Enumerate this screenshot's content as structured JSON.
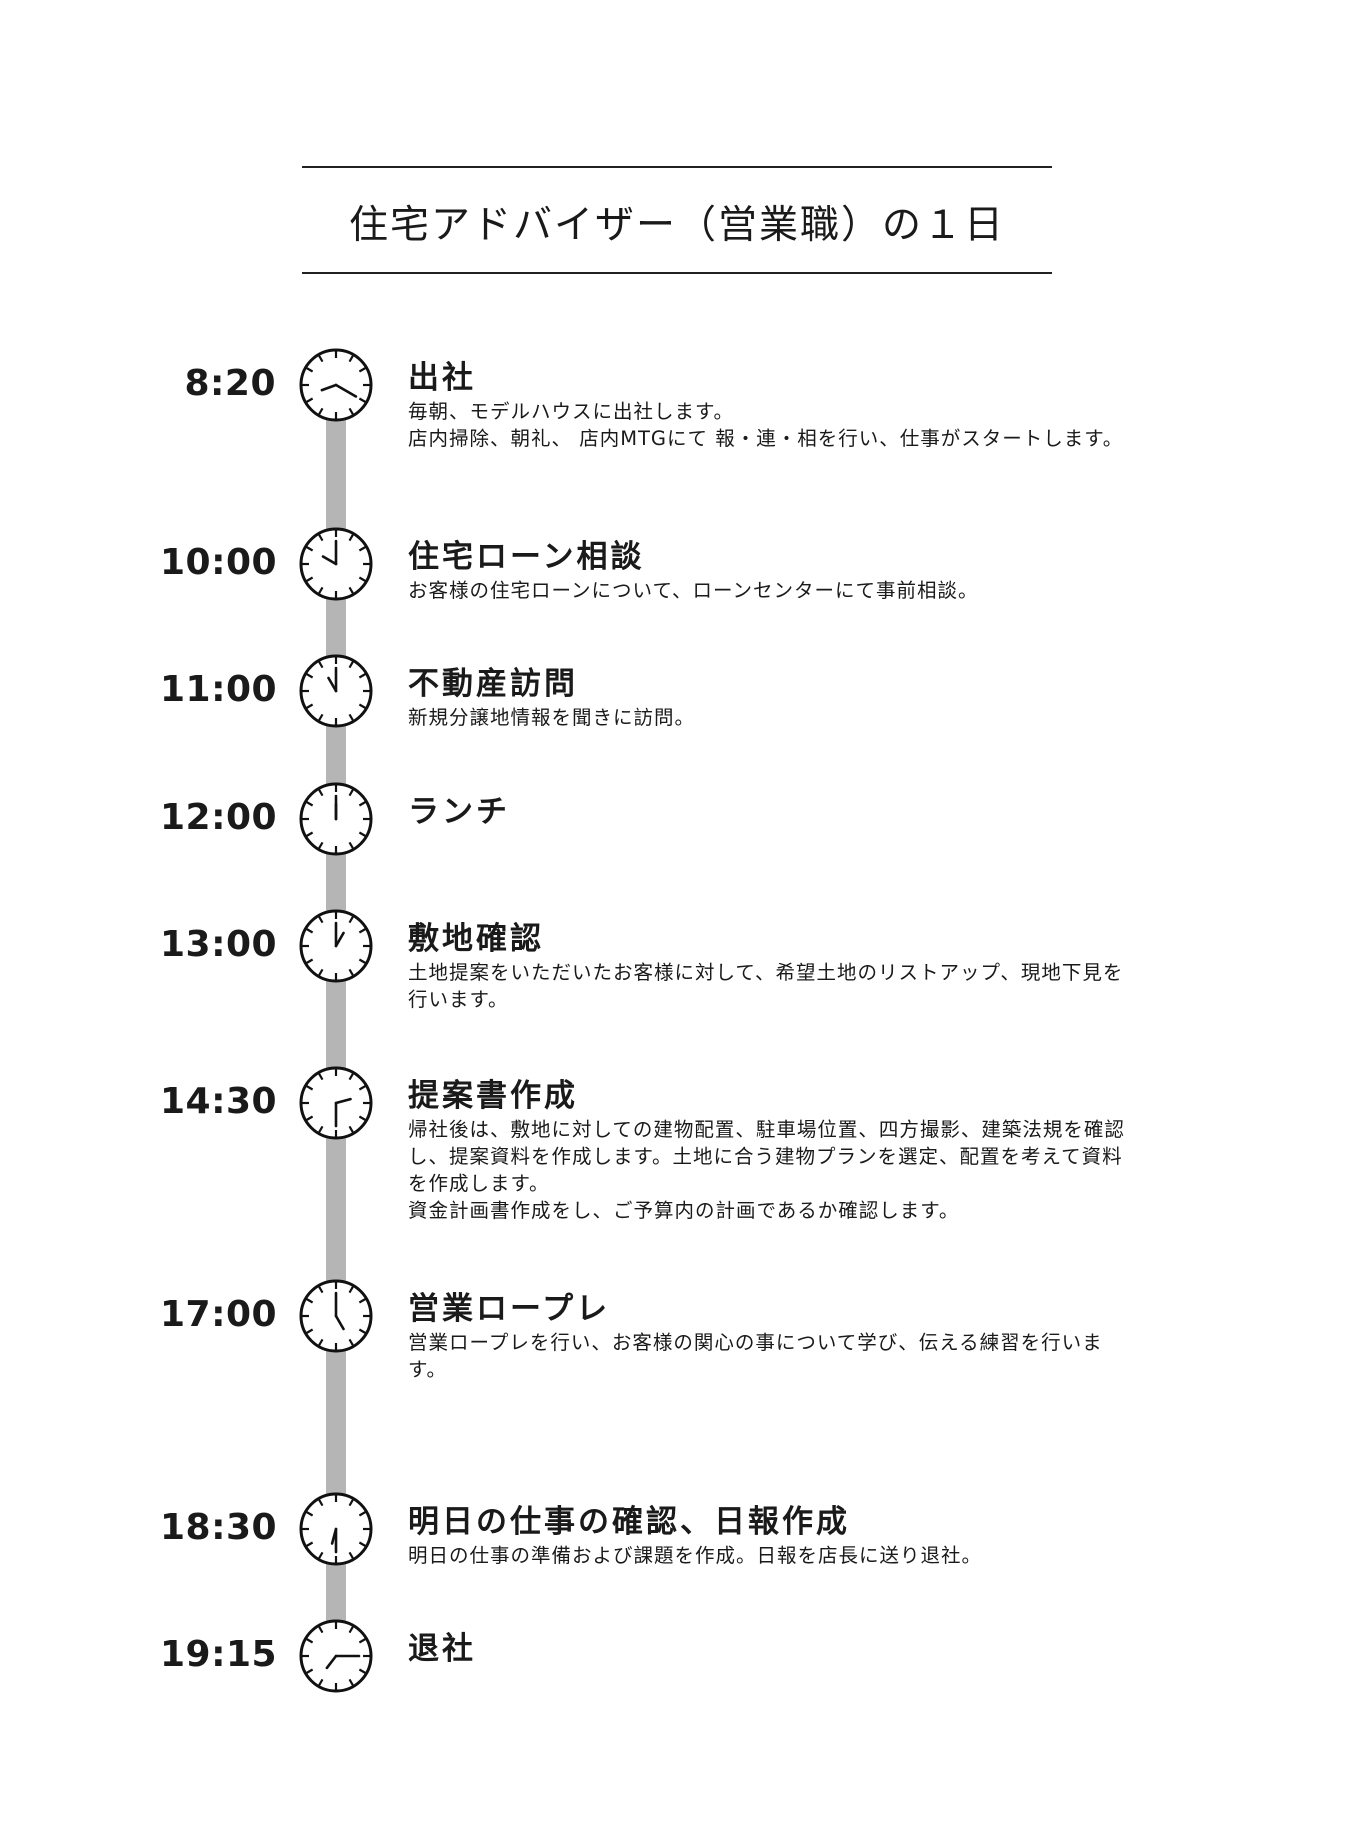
{
  "title": "住宅アドバイザー（営業職）の１日",
  "schedule": [
    {
      "time": "8:20",
      "heading": "出社",
      "description": "毎朝、モデルハウスに出社します。\n店内掃除、朝礼、 店内MTGにて 報・連・相を行い、仕事がスタートします。",
      "clock": "8:20"
    },
    {
      "time": "10:00",
      "heading": "住宅ローン相談",
      "description": "お客様の住宅ローンについて、ローンセンターにて事前相談。",
      "clock": "10:00"
    },
    {
      "time": "11:00",
      "heading": "不動産訪問",
      "description": "新規分譲地情報を聞きに訪問。",
      "clock": "11:00"
    },
    {
      "time": "12:00",
      "heading": "ランチ",
      "description": "",
      "clock": "12:00"
    },
    {
      "time": "13:00",
      "heading": "敷地確認",
      "description": "土地提案をいただいたお客様に対して、希望土地のリストアップ、現地下見を\n行います。",
      "clock": "13:00"
    },
    {
      "time": "14:30",
      "heading": "提案書作成",
      "description": "帰社後は、敷地に対しての建物配置、駐車場位置、四方撮影、建築法規を確認\nし、提案資料を作成します。土地に合う建物プランを選定、配置を考えて資料\nを作成します。\n資金計画書作成をし、ご予算内の計画であるか確認します。",
      "clock": "14:30"
    },
    {
      "time": "17:00",
      "heading": "営業ロープレ",
      "description": "営業ロープレを行い、お客様の関心の事について学び、伝える練習を行いま\nす。",
      "clock": "17:00"
    },
    {
      "time": "18:30",
      "heading": "明日の仕事の確認、日報作成",
      "description": "明日の仕事の準備および課題を作成。日報を店長に送り退社。",
      "clock": "18:30"
    },
    {
      "time": "19:15",
      "heading": "退社",
      "description": "",
      "clock": "19:15"
    }
  ]
}
